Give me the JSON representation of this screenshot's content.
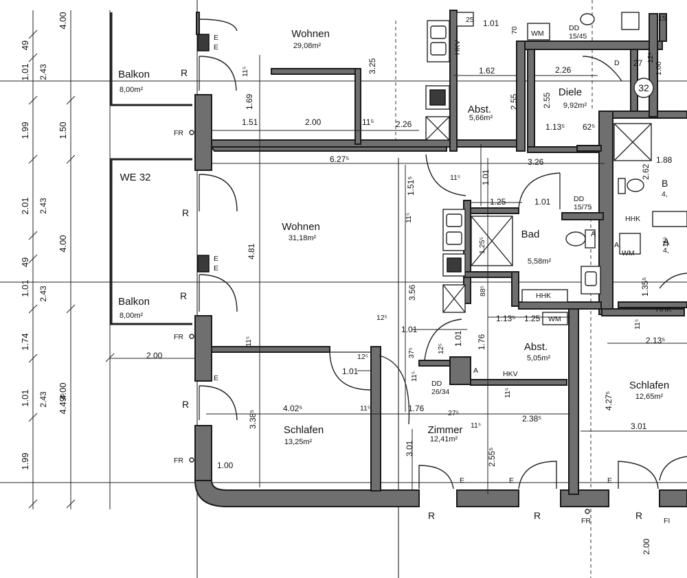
{
  "rooms": {
    "wohnen_top": {
      "name": "Wohnen",
      "area": "29,08m²"
    },
    "balkon_top": {
      "name": "Balkon",
      "area": "8,00m²"
    },
    "abst_top": {
      "name": "Abst.",
      "area": "5,66m²"
    },
    "diele": {
      "name": "Diele",
      "area": "9,92m²"
    },
    "wohnen_main": {
      "name": "Wohnen",
      "area": "31,18m²"
    },
    "bad": {
      "name": "Bad",
      "area": "5,58m²"
    },
    "balkon_mid": {
      "name": "Balkon",
      "area": "8,00m²"
    },
    "abst_mid": {
      "name": "Abst.",
      "area": "5,05m²"
    },
    "schlafen_left": {
      "name": "Schlafen",
      "area": "13,25m²"
    },
    "zimmer": {
      "name": "Zimmer",
      "area": "12,41m²"
    },
    "schlafen_right": {
      "name": "Schlafen",
      "area": "12,65m²"
    }
  },
  "unit_label": "WE 32",
  "unit_number": "32",
  "left_dims_outer": [
    "4.00",
    "1.01",
    "49",
    "1.99",
    "2.01",
    "49",
    "1.01",
    "1.74",
    "1.01",
    "1.99"
  ],
  "left_dims_mid": [
    "2.43",
    "2.43",
    "2.43",
    "2.43"
  ],
  "left_dims_inner": [
    "4.00",
    "1.50",
    "4.00",
    "4.49⁵"
  ],
  "dims": {
    "d_151": "1.51",
    "d_200a": "2.00",
    "d_11a": "11⁵",
    "d_226a": "2.26",
    "d_6275": "6.27⁵",
    "d_169": "1.69",
    "d_325": "3.25",
    "d_115b": "11⁵",
    "d_162": "1.62",
    "d_226b": "2.26",
    "d_255a": "2.55",
    "d_255b": "2.55",
    "d_1135a": "1.13⁵",
    "d_625": "62⁵",
    "d_326": "3.26",
    "d_101top": "1.01",
    "d_70": "70",
    "d_25": "25",
    "d_27": "27",
    "d_12top": "12⁵",
    "d_100": "1.00",
    "d_481": "4.81",
    "d_1515": "1.51⁵",
    "d_11c": "11⁵",
    "d_356": "3.56",
    "d_115d": "11⁵",
    "d_125": "1.25",
    "d_101b": "1.01",
    "d_101c": "1.01",
    "d_125v": "1.25⁵",
    "d_885": "88⁵",
    "d_1135b": "1.13⁵",
    "d_125b": "1.25",
    "d_125c": "12⁵",
    "d_101d": "1.01",
    "d_101e": "1.01",
    "d_125d": "12⁵",
    "d_101f": "1.01",
    "d_176": "1.76",
    "d_125e": "12⁵",
    "d_115e": "11⁵",
    "d_3375": "37⁵",
    "d_115f": "11⁵",
    "d_200b": "2.00",
    "d_4025": "4.02⁵",
    "d_3385": "3.38⁵",
    "d_115g": "11⁵",
    "d_176b": "1.76",
    "d_275": "27⁵",
    "d_115h": "11⁵",
    "d_2385": "2.38⁵",
    "d_301a": "3.01",
    "d_2555": "2.55⁵",
    "d_100b": "1.00",
    "d_2135": "2.13⁵",
    "d_4275": "4.27⁵",
    "d_301b": "3.01",
    "d_262": "2.62",
    "d_188": "1.88",
    "d_1355": "1.35⁵",
    "d_115i": "11⁵",
    "d_200c": "2.00",
    "d_115j": "11⁵",
    "d_115k": "11⁵"
  },
  "tags": {
    "R": "R",
    "FR": "FR",
    "E": "E",
    "WM": "WM",
    "DD": "DD",
    "HKV": "HKV",
    "HHK": "HHK",
    "A": "A",
    "D": "D",
    "dd_top": "15/45",
    "dd_diele": "15/75",
    "dd_abst": "26/34",
    "hkv_left": "HKV",
    "b_frag": "B",
    "b_area": "4,",
    "a_frag": "A",
    "a_area": "4,",
    "fi": "FI",
    "n15": "15"
  }
}
